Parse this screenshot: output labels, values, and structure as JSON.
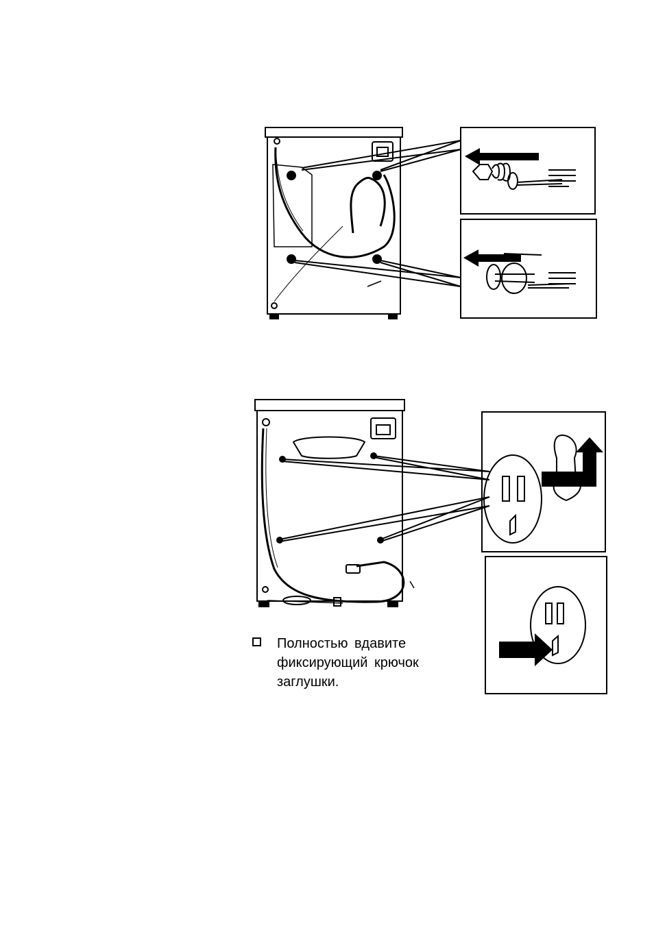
{
  "document": {
    "instruction": {
      "bullet_icon": "checkbox-square-icon",
      "lines": [
        "Полностью вдавите",
        "фиксирующий крючок",
        "заглушки."
      ]
    },
    "figures": [
      {
        "id": "rear-view-transit-bolts",
        "insets": [
          "bolt-removal-upper",
          "bolt-removal-lower"
        ]
      },
      {
        "id": "rear-view-plugs",
        "insets": [
          "plug-insert",
          "plug-hook-press"
        ]
      }
    ]
  }
}
